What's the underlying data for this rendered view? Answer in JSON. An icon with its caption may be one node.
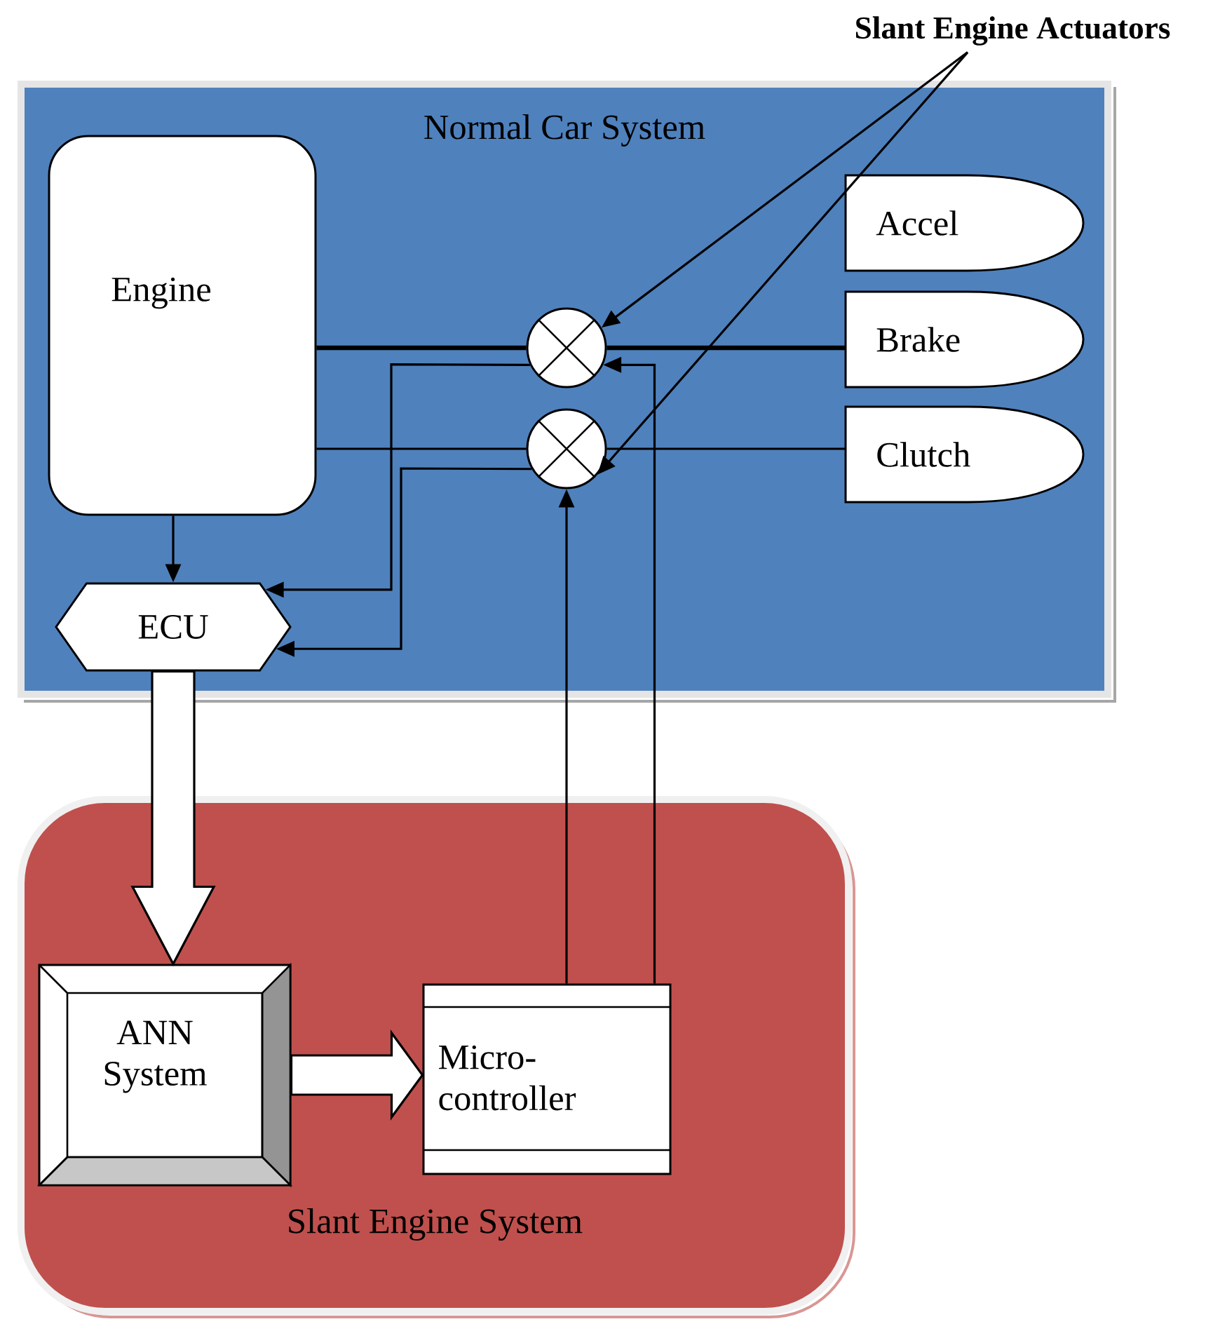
{
  "diagram": {
    "nodes": [
      {
        "text": [
          "Slant Engine Actuators"
        ]
      },
      {
        "text": [
          "Normal Car System"
        ]
      },
      {
        "text": [
          "Engine"
        ],
        "in": 1
      },
      {
        "text": [
          "Accel"
        ],
        "in": 1
      },
      {
        "text": [
          "Brake"
        ],
        "in": 1
      },
      {
        "text": [
          "Clutch"
        ],
        "in": 1
      },
      {
        "text": [],
        "shape": "circle",
        "in": 1
      },
      {
        "text": [],
        "shape": "circle",
        "in": 1
      },
      {
        "text": [
          "ECU"
        ],
        "in": 1
      },
      {
        "text": [
          "Slant Engine System"
        ]
      },
      {
        "text": [
          "ANN System"
        ],
        "in": 9
      },
      {
        "text": [
          "Micro-controller"
        ],
        "in": 9
      }
    ],
    "edges": [
      {
        "from": 0,
        "to": 6,
        "arrow": "to"
      },
      {
        "from": 0,
        "to": 7,
        "arrow": "to"
      },
      {
        "from": 2,
        "to": 6,
        "arrow": "none",
        "style": "thick"
      },
      {
        "from": 6,
        "to": 4,
        "arrow": "none",
        "style": "thick"
      },
      {
        "from": 2,
        "to": 7,
        "arrow": "none"
      },
      {
        "from": 7,
        "to": 5,
        "arrow": "none"
      },
      {
        "from": 2,
        "to": 8,
        "arrow": "to"
      },
      {
        "from": 6,
        "to": 8,
        "arrow": "to"
      },
      {
        "from": 7,
        "to": 8,
        "arrow": "to"
      },
      {
        "from": 11,
        "to": 7,
        "arrow": "to"
      },
      {
        "from": 11,
        "to": 6,
        "arrow": "to"
      },
      {
        "from": 8,
        "to": 10,
        "arrow": "to",
        "style": "thick"
      },
      {
        "from": 10,
        "to": 11,
        "arrow": "to",
        "style": "thick"
      }
    ]
  }
}
